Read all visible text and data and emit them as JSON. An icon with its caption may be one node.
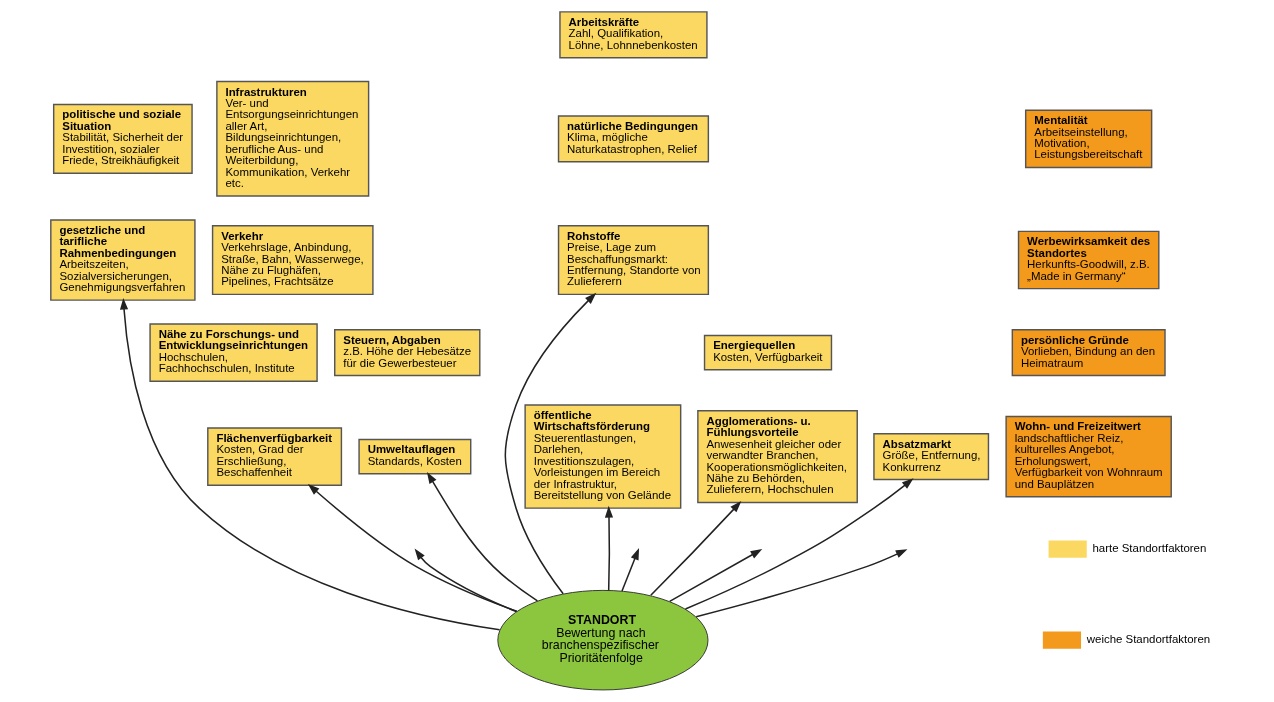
{
  "diagram": {
    "nodes": [
      {
        "text": [
          "Infrastrukturen",
          "Ver- und Entsorgungseinrichtungen aller Art, Bildungseinrichtungen, berufliche Aus- und Weiterbildung, Kommunikation, Verkehr etc."
        ]
      },
      {
        "text": [
          "politische und soziale Situation",
          "Stabilität, Sicherheit der Investition, sozialer Friede, Streikhäufigkeit"
        ]
      },
      {
        "text": [
          "öffentliche Wirtschaftsförderung",
          "Steuerentlastungen, Darlehen, Investitionszulagen, Vorleistungen im Bereich der Infrastruktur, Bereitstellung von Gelände"
        ]
      },
      {
        "text": [
          "Agglomerations- u. Fühlungsvorteile",
          "Anwesenheit gleicher oder verwandter Branchen, Kooperationsmöglichkeiten, Nähe zu Behörden, Zulieferern, Hochschulen"
        ]
      },
      {
        "text": [
          "Arbeitskräfte",
          "Zahl, Qualifikation, Löhne, Lohnnebenkosten"
        ]
      },
      {
        "text": [
          "Mentalität",
          "Arbeitseinstellung, Motivation, Leistungsbereitschaft"
        ]
      },
      {
        "text": [
          "Verkehr",
          "Verkehrslage, Anbindung, Straße, Bahn, Wasserwege, Nähe zu Flughäfen, Pipelines, Frachtsätze"
        ]
      },
      {
        "text": [
          "gesetzliche und tarifliche Rahmenbedingungen",
          "Arbeitszeiten, Sozialversicherungen, Genehmigungsverfahren"
        ]
      },
      {
        "text": [
          "natürliche Bedingungen",
          "Klima, mögliche Naturkatastrophen, Relief"
        ]
      },
      {
        "text": [
          "Werbewirksamkeit des Standortes",
          "Herkunfts-Goodwill, z.B. „Made in Germany“"
        ]
      },
      {
        "text": [
          "Rohstoffe",
          "Preise, Lage zum Beschaffungsmarkt: Entfernung, Standorte von Zulieferern"
        ]
      },
      {
        "text": [
          "persönliche Gründe",
          "Vorlieben, Bindung an den Heimatraum"
        ]
      },
      {
        "text": [
          "Steuern, Abgaben",
          "z.B. Höhe der Hebesätze für die Gewerbesteuer"
        ]
      },
      {
        "text": [
          "Nähe zu Forschungs- und Entwicklungseinrichtungen",
          "Hochschulen, Fachhochschulen, Institute"
        ]
      },
      {
        "text": [
          "Energiequellen",
          "Kosten, Verfügbarkeit"
        ]
      },
      {
        "text": [
          "Wohn- und Freizeitwert",
          "landschaftlicher Reiz, kulturelles Angebot, Erholungswert, Verfügbarkeit von Wohnraum und Bauplätzen"
        ]
      },
      {
        "text": [
          "Umweltauflagen",
          "Standards, Kosten"
        ]
      },
      {
        "text": [
          "Absatzmarkt",
          "Größe, Entfernung, Konkurrenz"
        ]
      },
      {
        "text": [
          "Flächenverfügbarkeit",
          "Kosten, Grad der Erschließung, Beschaffenheit"
        ]
      },
      {
        "text": [
          "STANDORT",
          "Bewertung nach branchenspezifischer Prioritätenfolge"
        ]
      }
    ],
    "edges": [
      {
        "from": 19,
        "to": 18,
        "arrow": "to"
      },
      {
        "from": 19,
        "to": 16,
        "arrow": "to"
      },
      {
        "from": 19,
        "to": null,
        "arrow": "to"
      },
      {
        "from": 19,
        "to": null,
        "arrow": "to"
      },
      {
        "from": 19,
        "to": 7,
        "arrow": "to"
      },
      {
        "from": 19,
        "to": 2,
        "arrow": "to"
      },
      {
        "from": 19,
        "to": 3,
        "arrow": "to"
      },
      {
        "from": 19,
        "to": null,
        "arrow": "to"
      },
      {
        "from": 19,
        "to": 10,
        "arrow": "to"
      },
      {
        "from": 19,
        "to": null,
        "arrow": "to"
      },
      {
        "from": 19,
        "to": 17,
        "arrow": "to"
      }
    ],
    "legend": [
      {
        "text": "harte Standortfaktoren",
        "color": "#fbd862"
      },
      {
        "text": "weiche Standortfaktoren",
        "color": "#f39a1c"
      }
    ]
  }
}
